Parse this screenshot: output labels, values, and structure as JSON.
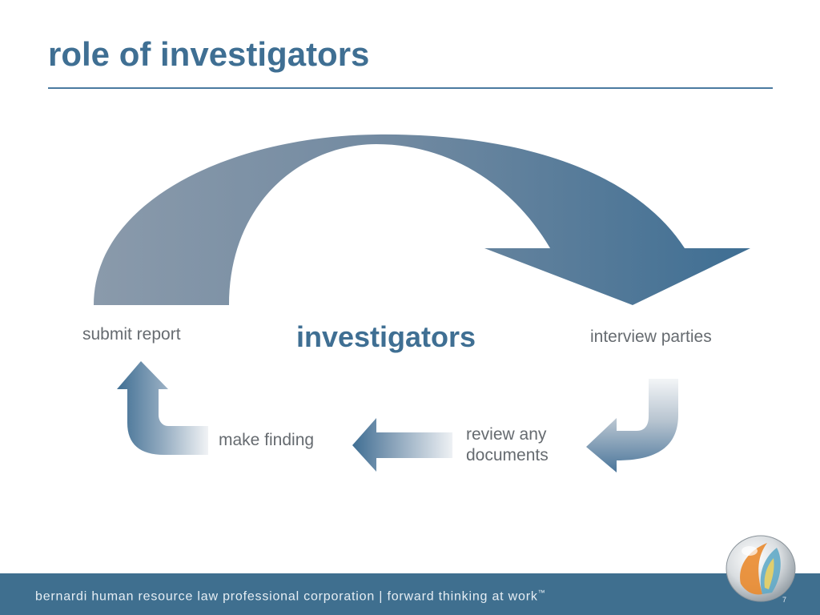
{
  "title": "role of investigators",
  "diagram": {
    "center": "investigators",
    "steps": [
      {
        "label": "interview parties"
      },
      {
        "label": "review any documents"
      },
      {
        "label": "make finding"
      },
      {
        "label": "submit report"
      }
    ]
  },
  "footer": {
    "text": "bernardi human resource law professional corporation   |   forward thinking at work",
    "tm": "™",
    "page_number": "7"
  },
  "colors": {
    "title": "#3f6f93",
    "arrow_dark": "#3f6e93",
    "arrow_light": "#8a9aab",
    "footer": "#3f6f8f",
    "label_text": "#666b70"
  }
}
